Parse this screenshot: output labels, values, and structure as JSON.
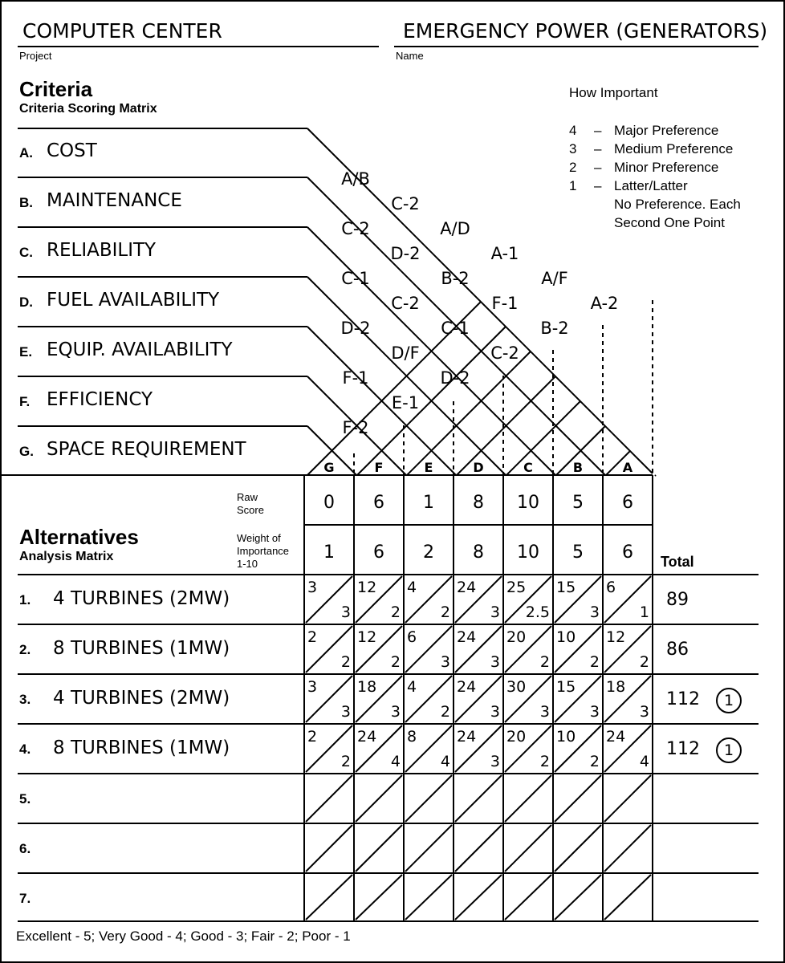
{
  "header": {
    "project_value": "COMPUTER CENTER",
    "project_label": "Project",
    "name_value": "EMERGENCY POWER (GENERATORS)",
    "name_label": "Name"
  },
  "criteria_section": {
    "title": "Criteria",
    "subtitle": "Criteria Scoring Matrix"
  },
  "importance": {
    "title": "How Important",
    "items": [
      {
        "num": "4",
        "dash": "–",
        "text": "Major Preference"
      },
      {
        "num": "3",
        "dash": "–",
        "text": "Medium Preference"
      },
      {
        "num": "2",
        "dash": "–",
        "text": "Minor Preference"
      },
      {
        "num": "1",
        "dash": "–",
        "text": "Latter/Latter"
      }
    ],
    "note_line1": "No Preference. Each",
    "note_line2": "Second One Point"
  },
  "criteria": [
    {
      "letter": "A.",
      "name": "COST"
    },
    {
      "letter": "B.",
      "name": "MAINTENANCE"
    },
    {
      "letter": "C.",
      "name": "RELIABILITY"
    },
    {
      "letter": "D.",
      "name": "FUEL AVAILABILITY"
    },
    {
      "letter": "E.",
      "name": "EQUIP. AVAILABILITY"
    },
    {
      "letter": "F.",
      "name": "EFFICIENCY"
    },
    {
      "letter": "G.",
      "name": "SPACE REQUIREMENT"
    }
  ],
  "pairwise": [
    {
      "pair": "A-B",
      "text": "A/B"
    },
    {
      "pair": "A-C",
      "text": "C-2"
    },
    {
      "pair": "A-D",
      "text": "A/D"
    },
    {
      "pair": "A-E",
      "text": "A-1"
    },
    {
      "pair": "A-F",
      "text": "A/F"
    },
    {
      "pair": "A-G",
      "text": "A-2"
    },
    {
      "pair": "B-C",
      "text": "C-2"
    },
    {
      "pair": "B-D",
      "text": "D-2"
    },
    {
      "pair": "B-E",
      "text": "B-2"
    },
    {
      "pair": "B-F",
      "text": "F-1"
    },
    {
      "pair": "B-G",
      "text": "B-2"
    },
    {
      "pair": "C-D",
      "text": "C-1"
    },
    {
      "pair": "C-E",
      "text": "C-2"
    },
    {
      "pair": "C-F",
      "text": "C-1"
    },
    {
      "pair": "C-G",
      "text": "C-2"
    },
    {
      "pair": "D-E",
      "text": "D-2"
    },
    {
      "pair": "D-F",
      "text": "D/F"
    },
    {
      "pair": "D-G",
      "text": "D-2"
    },
    {
      "pair": "E-F",
      "text": "F-1"
    },
    {
      "pair": "E-G",
      "text": "E-1"
    },
    {
      "pair": "F-G",
      "text": "F-2"
    }
  ],
  "columns": [
    "G",
    "F",
    "E",
    "D",
    "C",
    "B",
    "A"
  ],
  "raw_score_label_1": "Raw",
  "raw_score_label_2": "Score",
  "raw_scores": [
    "0",
    "6",
    "1",
    "8",
    "10",
    "5",
    "6"
  ],
  "weight_label_1": "Weight of",
  "weight_label_2": "Importance",
  "weight_label_3": "1-10",
  "weights": [
    "1",
    "6",
    "2",
    "8",
    "10",
    "5",
    "6"
  ],
  "alternatives_section": {
    "title": "Alternatives",
    "subtitle": "Analysis Matrix",
    "total_label": "Total"
  },
  "alternatives": [
    {
      "num": "1.",
      "name": "4 TURBINES (2MW)",
      "cells": [
        [
          "3",
          "3"
        ],
        [
          "12",
          "2"
        ],
        [
          "4",
          "2"
        ],
        [
          "24",
          "3"
        ],
        [
          "25",
          "2.5"
        ],
        [
          "15",
          "3"
        ],
        [
          "6",
          "1"
        ]
      ],
      "total": "89",
      "rank": ""
    },
    {
      "num": "2.",
      "name": "8 TURBINES (1MW)",
      "cells": [
        [
          "2",
          "2"
        ],
        [
          "12",
          "2"
        ],
        [
          "6",
          "3"
        ],
        [
          "24",
          "3"
        ],
        [
          "20",
          "2"
        ],
        [
          "10",
          "2"
        ],
        [
          "12",
          "2"
        ]
      ],
      "total": "86",
      "rank": ""
    },
    {
      "num": "3.",
      "name": "4 TURBINES (2MW)",
      "cells": [
        [
          "3",
          "3"
        ],
        [
          "18",
          "3"
        ],
        [
          "4",
          "2"
        ],
        [
          "24",
          "3"
        ],
        [
          "30",
          "3"
        ],
        [
          "15",
          "3"
        ],
        [
          "18",
          "3"
        ]
      ],
      "total": "112",
      "rank": "1"
    },
    {
      "num": "4.",
      "name": "8 TURBINES (1MW)",
      "cells": [
        [
          "2",
          "2"
        ],
        [
          "24",
          "4"
        ],
        [
          "8",
          "4"
        ],
        [
          "24",
          "3"
        ],
        [
          "20",
          "2"
        ],
        [
          "10",
          "2"
        ],
        [
          "24",
          "4"
        ]
      ],
      "total": "112",
      "rank": "1"
    },
    {
      "num": "5.",
      "name": "",
      "cells": [],
      "total": "",
      "rank": ""
    },
    {
      "num": "6.",
      "name": "",
      "cells": [],
      "total": "",
      "rank": ""
    },
    {
      "num": "7.",
      "name": "",
      "cells": [],
      "total": "",
      "rank": ""
    }
  ],
  "footer": "Excellent - 5; Very Good - 4; Good - 3; Fair - 2; Poor - 1"
}
